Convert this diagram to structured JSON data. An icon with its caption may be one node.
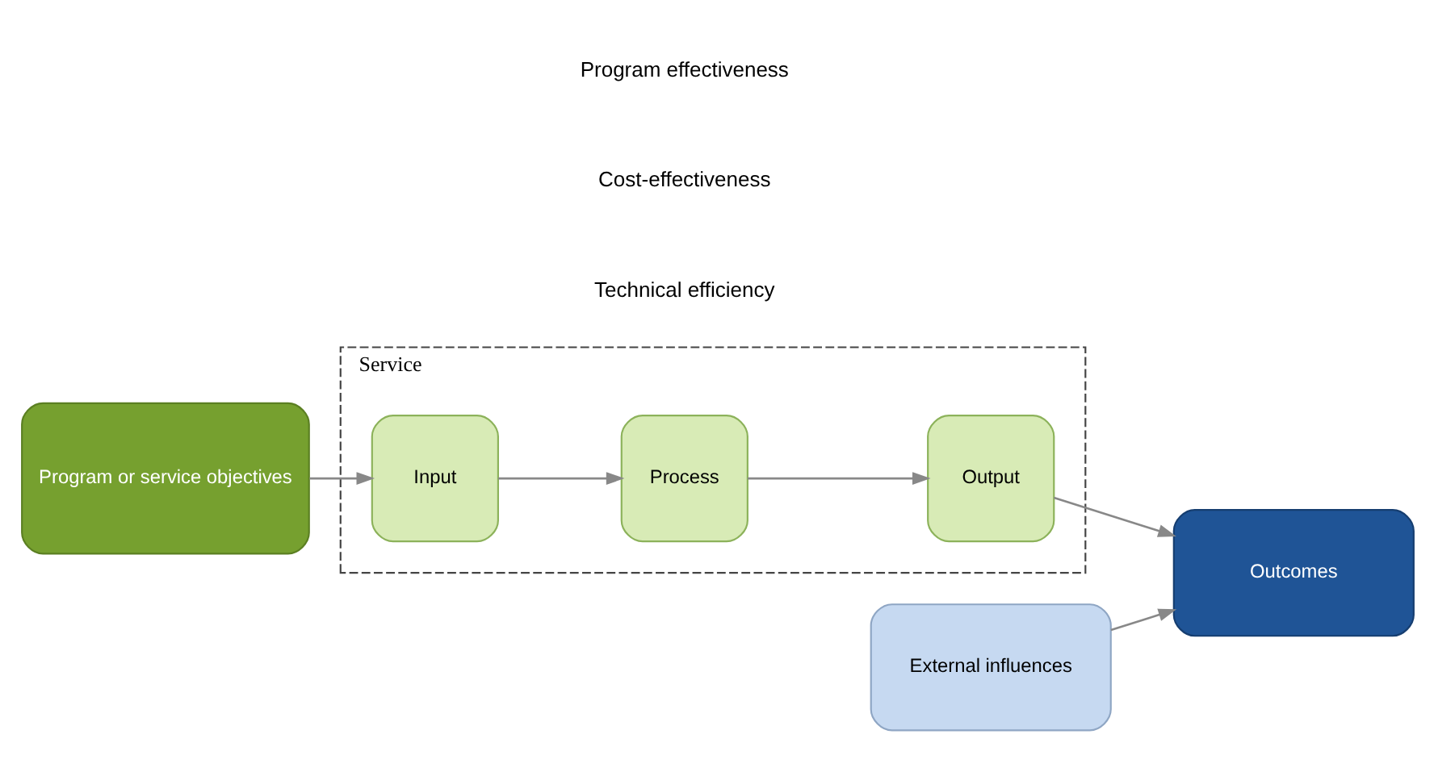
{
  "diagram": {
    "nodes": [
      {
        "text": [
          "Program or service objectives"
        ]
      },
      {
        "text": [
          "Service"
        ]
      },
      {
        "text": [
          "Input"
        ],
        "in": 1
      },
      {
        "text": [
          "Process"
        ],
        "in": 1
      },
      {
        "text": [
          "Output"
        ],
        "in": 1
      },
      {
        "text": [
          "External influences"
        ]
      },
      {
        "text": [
          "Outcomes"
        ]
      }
    ],
    "edges": [
      {
        "from": 0,
        "to": 2,
        "arrow": "to"
      },
      {
        "from": 2,
        "to": 3,
        "arrow": "to"
      },
      {
        "from": 3,
        "to": 4,
        "arrow": "to"
      },
      {
        "from": 4,
        "to": 6,
        "arrow": "to"
      },
      {
        "from": 5,
        "to": 6,
        "arrow": "to"
      }
    ],
    "labels": [
      "Technical efficiency",
      "Cost-effectiveness",
      "Program effectiveness"
    ]
  }
}
